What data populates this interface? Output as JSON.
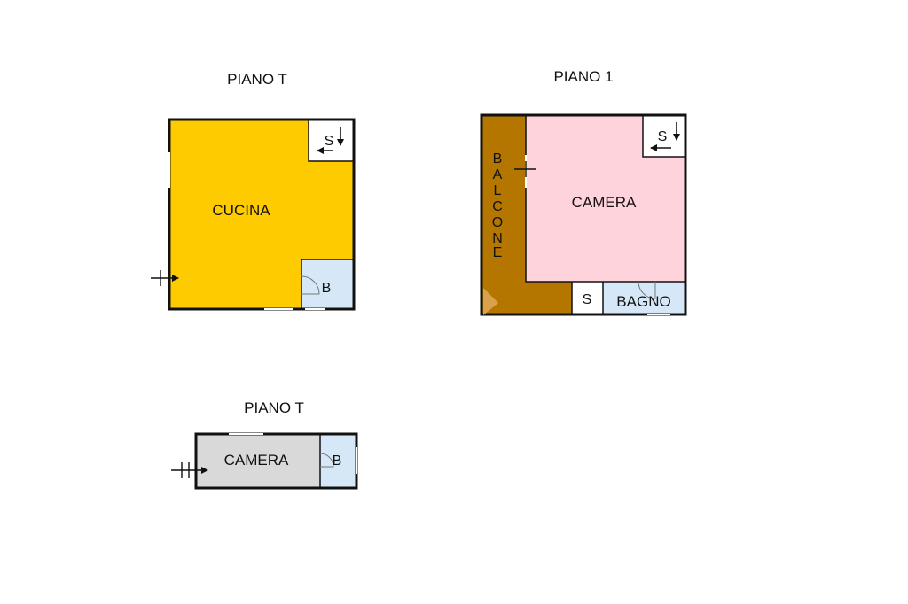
{
  "colors": {
    "cucina": "#FDCB00",
    "bagno": "#D6E8F7",
    "camera_pink": "#FFD3DC",
    "balcone": "#B57600",
    "camera_grey": "#D9D9D9",
    "wall": "#111111"
  },
  "plans": [
    {
      "title": "PIANO T",
      "rooms": {
        "main": "CUCINA",
        "bath": "B",
        "stair": "S"
      }
    },
    {
      "title": "PIANO 1",
      "rooms": {
        "main": "CAMERA",
        "balcony": "BALCONE",
        "bath": "BAGNO",
        "store": "S",
        "stair": "S"
      },
      "balcony_letters": [
        "B",
        "A",
        "L",
        "C",
        "O",
        "N",
        "E"
      ]
    },
    {
      "title": "PIANO T",
      "rooms": {
        "main": "CAMERA",
        "bath": "B"
      }
    }
  ],
  "icons": [
    "entrance-arrow-icon",
    "stair-arrow-icon",
    "door-swing-icon"
  ]
}
